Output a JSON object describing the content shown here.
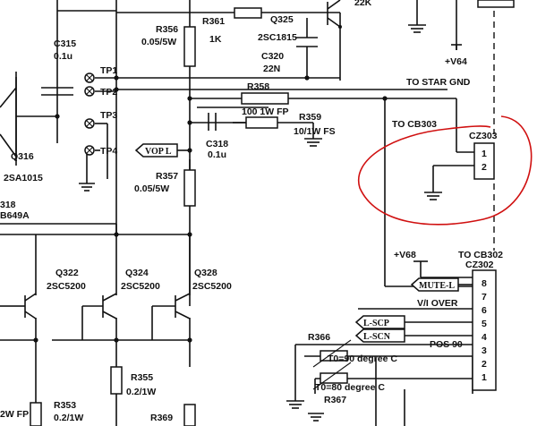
{
  "components": {
    "r356": {
      "ref": "R356",
      "value": "0.05/5W"
    },
    "r361": {
      "ref": "R361",
      "value": "1K"
    },
    "q325": {
      "ref": "Q325",
      "value": "2SC1815"
    },
    "c320": {
      "ref": "C320",
      "value": "22N"
    },
    "c315": {
      "ref": "C315",
      "value": "0.1u"
    },
    "q316": {
      "ref": "Q316",
      "value": "2SA1015"
    },
    "r358": {
      "ref": "R358",
      "value": "100 1W FP"
    },
    "r359": {
      "ref": "R359",
      "value": "10/1W FS"
    },
    "c318": {
      "ref": "C318",
      "value": "0.1u"
    },
    "r357": {
      "ref": "R357",
      "value": "0.05/5W"
    },
    "q318": {
      "ref": "318",
      "value": "B649A"
    },
    "q322": {
      "ref": "Q322",
      "value": "2SC5200"
    },
    "q324": {
      "ref": "Q324",
      "value": "2SC5200"
    },
    "q328": {
      "ref": "Q328",
      "value": "2SC5200"
    },
    "r355": {
      "ref": "R355",
      "value": "0.2/1W"
    },
    "r353": {
      "ref": "R353",
      "value": "0.2/1W"
    },
    "r369": {
      "ref": "R369"
    },
    "r366": {
      "ref": "R366"
    },
    "r367": {
      "ref": "R367"
    },
    "r_partial": {
      "value": "2W FP"
    },
    "r_top_partial": {
      "value": "22K"
    }
  },
  "test_points": [
    "TP1",
    "TP2",
    "TP3",
    "TP4"
  ],
  "flags": {
    "vop": "VOP L",
    "mute": "MUTE-L",
    "lscp": "L-SCP",
    "lscn": "L-SCN"
  },
  "nets": {
    "v64": "+V64",
    "star_gnd": "TO STAR GND",
    "v68": "+V68",
    "vi_over": "V/I OVER",
    "pos90": "POS 90"
  },
  "connectors": {
    "cz303": {
      "to": "TO CB303",
      "ref": "CZ303",
      "pins": [
        "1",
        "2"
      ]
    },
    "cz302": {
      "to": "TO CB302",
      "ref": "CZ302",
      "pins": [
        "8",
        "7",
        "6",
        "5",
        "4",
        "3",
        "2",
        "1"
      ]
    }
  },
  "thermistors": {
    "t1": "T0=90 degree C",
    "t2": "T0=80 degree C"
  }
}
